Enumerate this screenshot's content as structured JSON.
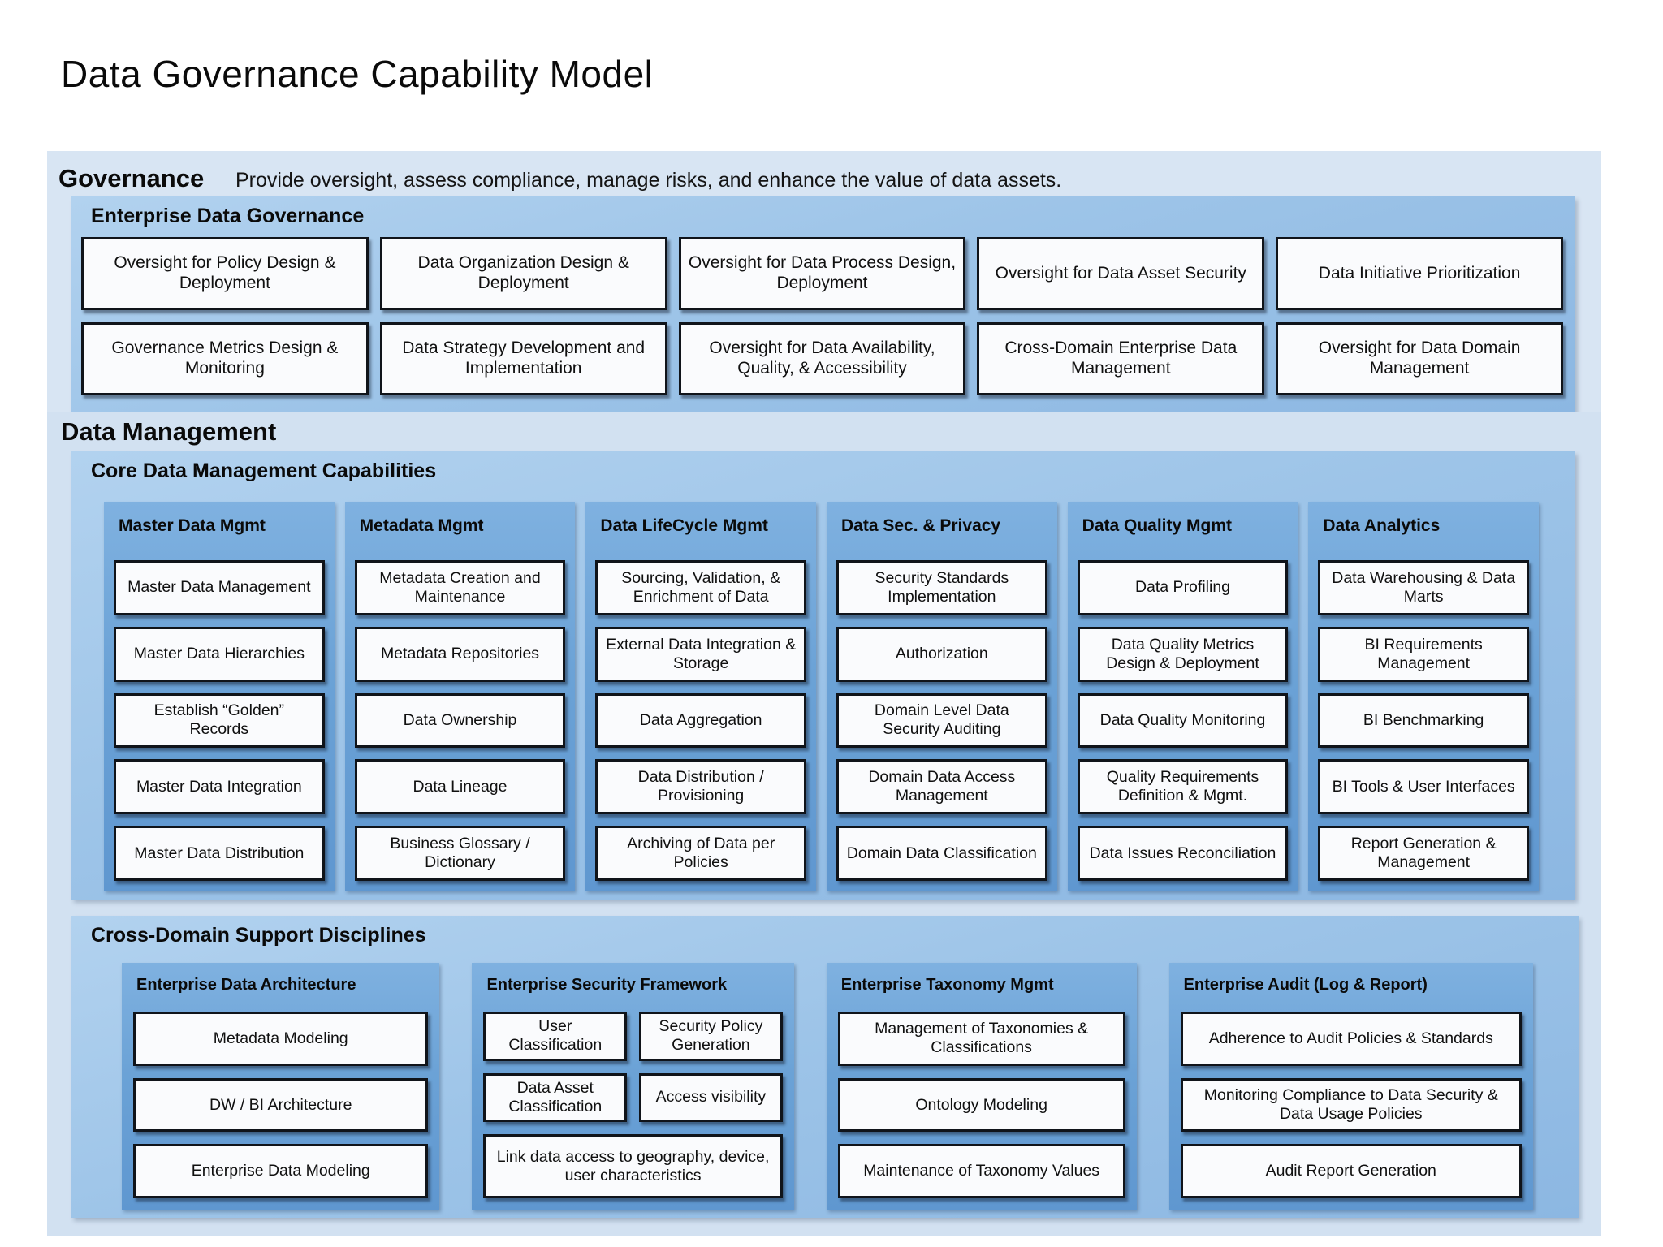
{
  "title": "Data Governance Capability Model",
  "palette": {
    "band_light_blue": "#d8e5f3",
    "panel_medium_blue": "#9dc4e8",
    "column_blue": "#6ba2d6",
    "box_background": "#fafbfd",
    "box_border": "#10141a",
    "text": "#0d0d0d"
  },
  "governance": {
    "label": "Governance",
    "description": "Provide oversight, assess compliance, manage risks, and enhance the value of data assets.",
    "edg": {
      "title": "Enterprise Data Governance",
      "rows": [
        [
          "Oversight for Policy Design & Deployment",
          "Data Organization Design & Deployment",
          "Oversight for Data Process Design, Deployment",
          "Oversight for Data Asset Security",
          "Data Initiative Prioritization"
        ],
        [
          "Governance Metrics Design & Monitoring",
          "Data Strategy Development and Implementation",
          "Oversight for Data Availability, Quality, & Accessibility",
          "Cross-Domain Enterprise Data Management",
          "Oversight for Data Domain Management"
        ]
      ]
    }
  },
  "data_management": {
    "label": "Data Management",
    "core": {
      "title": "Core Data Management Capabilities",
      "columns": [
        {
          "header": "Master Data Mgmt",
          "items": [
            "Master Data Management",
            "Master Data Hierarchies",
            "Establish “Golden” Records",
            "Master Data Integration",
            "Master Data Distribution"
          ]
        },
        {
          "header": "Metadata Mgmt",
          "items": [
            "Metadata Creation and Maintenance",
            "Metadata Repositories",
            "Data Ownership",
            "Data Lineage",
            "Business Glossary / Dictionary"
          ]
        },
        {
          "header": "Data LifeCycle Mgmt",
          "items": [
            "Sourcing, Validation, & Enrichment of Data",
            "External Data Integration & Storage",
            "Data Aggregation",
            "Data Distribution / Provisioning",
            "Archiving of Data per Policies"
          ]
        },
        {
          "header": "Data Sec. & Privacy",
          "items": [
            "Security Standards Implementation",
            "Authorization",
            "Domain Level Data Security Auditing",
            "Domain Data Access Management",
            "Domain Data Classification"
          ]
        },
        {
          "header": "Data Quality Mgmt",
          "items": [
            "Data Profiling",
            "Data Quality Metrics Design & Deployment",
            "Data Quality Monitoring",
            "Quality Requirements Definition & Mgmt.",
            "Data Issues Reconciliation"
          ]
        },
        {
          "header": "Data Analytics",
          "items": [
            "Data Warehousing & Data Marts",
            "BI Requirements Management",
            "BI Benchmarking",
            "BI Tools & User Interfaces",
            "Report Generation & Management"
          ]
        }
      ]
    },
    "cross": {
      "title": "Cross-Domain Support Disciplines",
      "groups": [
        {
          "header": "Enterprise Data Architecture",
          "items": [
            "Metadata Modeling",
            "DW / BI Architecture",
            "Enterprise Data Modeling"
          ]
        },
        {
          "header": "Enterprise Security Framework",
          "grid": [
            "User Classification",
            "Security Policy Generation",
            "Data Asset Classification",
            "Access visibility"
          ],
          "full": [
            "Link data access to geography, device, user characteristics"
          ]
        },
        {
          "header": "Enterprise Taxonomy Mgmt",
          "items": [
            "Management of Taxonomies & Classifications",
            "Ontology Modeling",
            "Maintenance of Taxonomy Values"
          ]
        },
        {
          "header": "Enterprise Audit (Log & Report)",
          "items": [
            "Adherence to Audit Policies & Standards",
            "Monitoring Compliance to Data Security & Data Usage Policies",
            "Audit Report Generation"
          ]
        }
      ]
    }
  }
}
